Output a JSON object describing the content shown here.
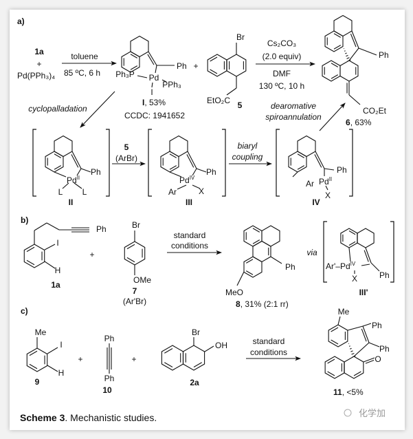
{
  "section_labels": {
    "a": "a)",
    "b": "b)",
    "c": "c)"
  },
  "a": {
    "reactant_1a": "1a",
    "plus": "+",
    "pd_reagent": "Pd(PPh₃)₄",
    "step1_solvent": "toluene",
    "step1_conditions": "85 ºC, 6 h",
    "complex_I": {
      "ph": "Ph",
      "ph3p": "Ph₃P",
      "pd": "Pd",
      "pph3": "PPh₃",
      "iodide": "I",
      "label": "I",
      "yield": ", 53%",
      "ccdc": "CCDC: 1941652"
    },
    "compound_5": {
      "br": "Br",
      "ester": "EtO₂C",
      "label": "5"
    },
    "step2_base": "Cs₂CO₃",
    "step2_equiv": "(2.0 equiv)",
    "step2_solvent": "DMF",
    "step2_conditions": "130 ºC, 10 h",
    "product_6": {
      "ph": "Ph",
      "ester": "CO₂Et",
      "label": "6",
      "yield": ", 63%"
    },
    "cyclopalladation": "cyclopalladation",
    "dearomative": "dearomative",
    "spiroannulation": "spiroannulation",
    "int_II": {
      "pd": "Pd",
      "ox": "II",
      "ph": "Ph",
      "l1": "L",
      "l2": "L",
      "label": "II"
    },
    "step_5": "5",
    "step_5_sub": "(ArBr)",
    "int_III": {
      "pd": "Pd",
      "ox": "IV",
      "ph": "Ph",
      "ar": "Ar",
      "x": "X",
      "label": "III"
    },
    "biaryl": "biaryl",
    "coupling": "coupling",
    "int_IV": {
      "pd": "Pd",
      "ox": "II",
      "ph": "Ph",
      "ar": "Ar",
      "x": "X",
      "label": "IV"
    }
  },
  "b": {
    "reactant_1a": {
      "ph": "Ph",
      "i": "I",
      "h": "H",
      "label": "1a"
    },
    "plus": "+",
    "compound_7": {
      "br": "Br",
      "ome": "OMe",
      "label": "7",
      "sub": "(Ar'Br)"
    },
    "cond_1": "standard",
    "cond_2": "conditions",
    "product_8": {
      "ph": "Ph",
      "meo": "MeO",
      "label": "8",
      "yield": ", 31% (2:1 rr)"
    },
    "via": "via",
    "int_III_prime": {
      "ar": "Ar'–Pd",
      "ox": "IV",
      "x": "X",
      "ph": "Ph",
      "label": "III'"
    }
  },
  "c": {
    "compound_9": {
      "me": "Me",
      "i": "I",
      "h": "H",
      "label": "9"
    },
    "plus": "+",
    "compound_10": {
      "ph_top": "Ph",
      "ph_bottom": "Ph",
      "label": "10"
    },
    "compound_2a": {
      "br": "Br",
      "oh": "OH",
      "label": "2a"
    },
    "cond_1": "standard",
    "cond_2": "conditions",
    "product_11": {
      "me": "Me",
      "ph1": "Ph",
      "ph2": "Ph",
      "o": "O",
      "label": "11",
      "yield": ", <5%"
    }
  },
  "caption": {
    "label": "Scheme 3",
    "text": ". Mechanistic studies."
  },
  "watermark": "化学加"
}
